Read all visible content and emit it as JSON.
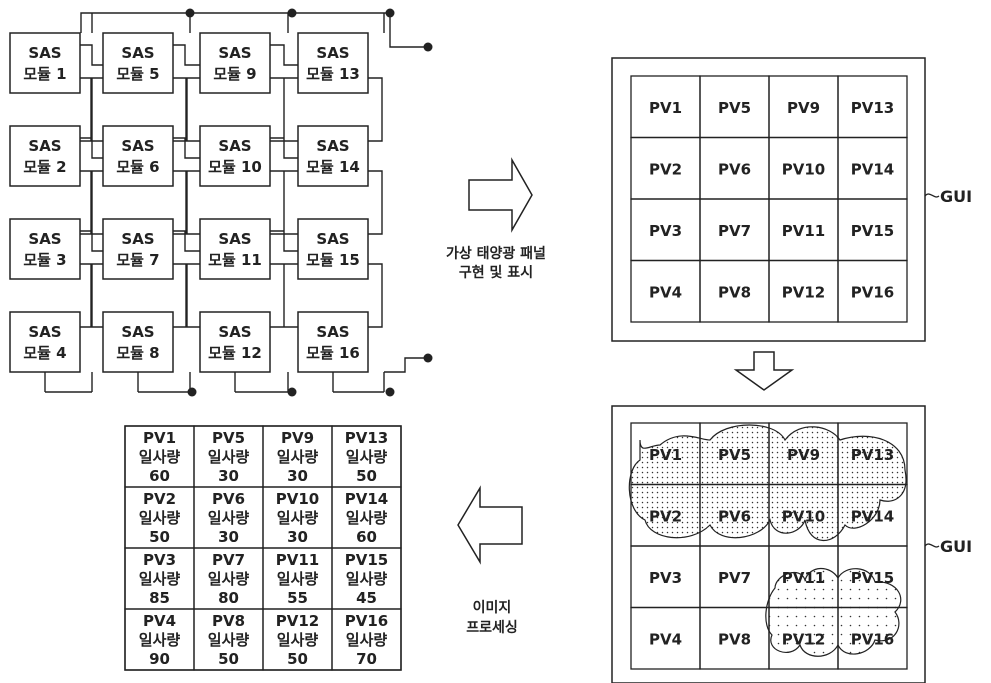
{
  "modules": [
    {
      "l1": "SAS",
      "l2": "모듈 1"
    },
    {
      "l1": "SAS",
      "l2": "모듈 2"
    },
    {
      "l1": "SAS",
      "l2": "모듈 3"
    },
    {
      "l1": "SAS",
      "l2": "모듈 4"
    },
    {
      "l1": "SAS",
      "l2": "모듈 5"
    },
    {
      "l1": "SAS",
      "l2": "모듈 6"
    },
    {
      "l1": "SAS",
      "l2": "모듈 7"
    },
    {
      "l1": "SAS",
      "l2": "모듈 8"
    },
    {
      "l1": "SAS",
      "l2": "모듈 9"
    },
    {
      "l1": "SAS",
      "l2": "모듈 10"
    },
    {
      "l1": "SAS",
      "l2": "모듈 11"
    },
    {
      "l1": "SAS",
      "l2": "모듈 12"
    },
    {
      "l1": "SAS",
      "l2": "모듈 13"
    },
    {
      "l1": "SAS",
      "l2": "모듈 14"
    },
    {
      "l1": "SAS",
      "l2": "모듈 15"
    },
    {
      "l1": "SAS",
      "l2": "모듈 16"
    }
  ],
  "panels": [
    "PV1",
    "PV2",
    "PV3",
    "PV4",
    "PV5",
    "PV6",
    "PV7",
    "PV8",
    "PV9",
    "PV10",
    "PV11",
    "PV12",
    "PV13",
    "PV14",
    "PV15",
    "PV16"
  ],
  "step1_caption": [
    "가상 태양광 패널",
    "구현 및 표시"
  ],
  "step2_caption": [
    "이미지",
    "프로세싱"
  ],
  "gui_label": "GUI",
  "irradiance_label": "일사량",
  "irradiance_values": [
    60,
    50,
    85,
    90,
    30,
    30,
    80,
    50,
    30,
    30,
    55,
    50,
    50,
    60,
    45,
    70
  ]
}
